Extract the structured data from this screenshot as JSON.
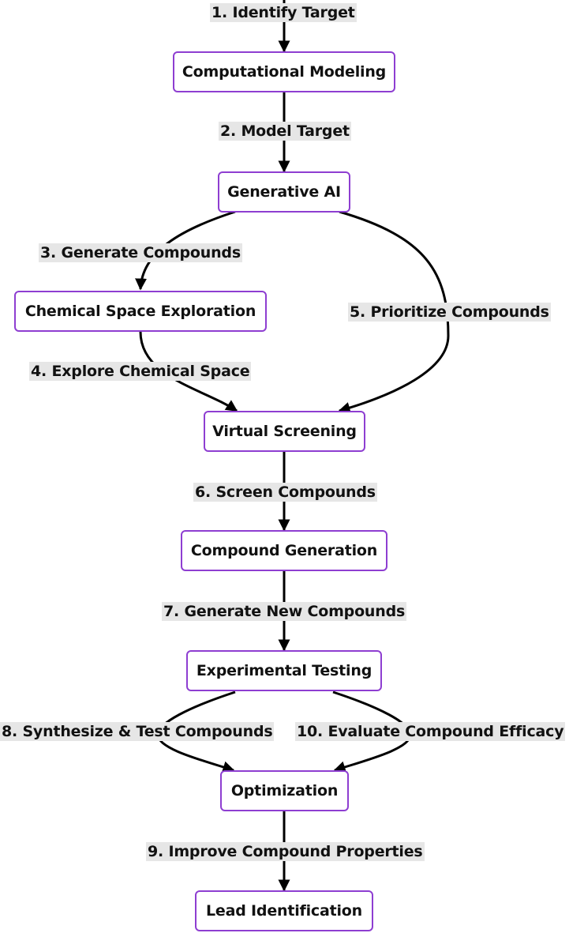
{
  "nodes": {
    "computational_modeling": "Computational Modeling",
    "generative_ai": "Generative AI",
    "chemical_space_exploration": "Chemical Space Exploration",
    "virtual_screening": "Virtual Screening",
    "compound_generation": "Compound Generation",
    "experimental_testing": "Experimental Testing",
    "optimization": "Optimization",
    "lead_identification": "Lead Identification"
  },
  "edges": {
    "e1": "1. Identify Target",
    "e2": "2. Model Target",
    "e3": "3. Generate Compounds",
    "e4": "4. Explore Chemical Space",
    "e5": "5. Prioritize Compounds",
    "e6": "6. Screen Compounds",
    "e7": "7. Generate New Compounds",
    "e8": "8. Synthesize & Test Compounds",
    "e9": "9. Improve Compound Properties",
    "e10": "10. Evaluate Compound Efficacy"
  },
  "colors": {
    "node_border": "#8e3ed1",
    "edge": "#000000",
    "label_background": "#e6e6e6"
  }
}
